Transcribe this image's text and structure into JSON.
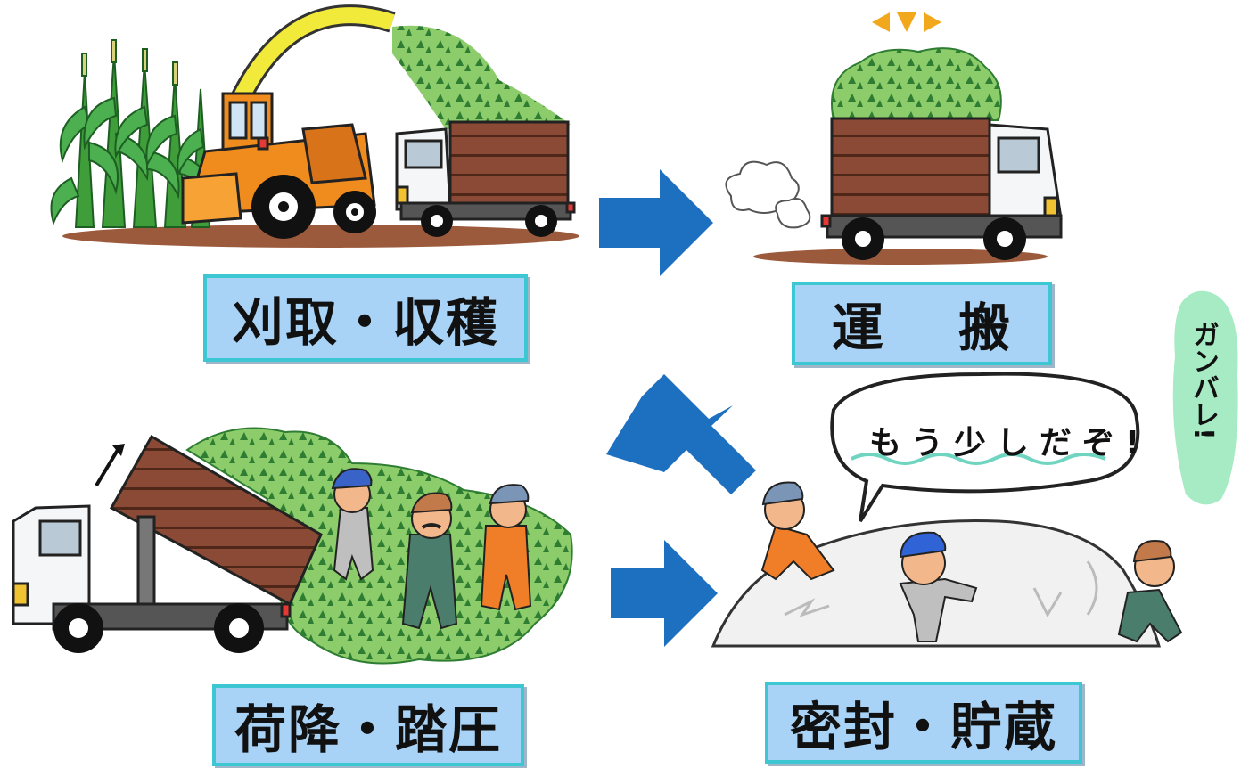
{
  "steps": [
    {
      "label": "刈取・収穫"
    },
    {
      "label": "運　 搬"
    },
    {
      "label": "荷降・踏圧"
    },
    {
      "label": "密封・貯蔵"
    }
  ],
  "speech_bubble": "もう少しだぞ!",
  "cheer": "ガンバレ!",
  "colors": {
    "label_fill": "#a8d3f7",
    "label_border": "#3cc7d3",
    "arrow": "#1d6fc0",
    "forage": "#8ccc6a",
    "truck_bed": "#8a4a35",
    "harvester": "#f08c1e"
  }
}
